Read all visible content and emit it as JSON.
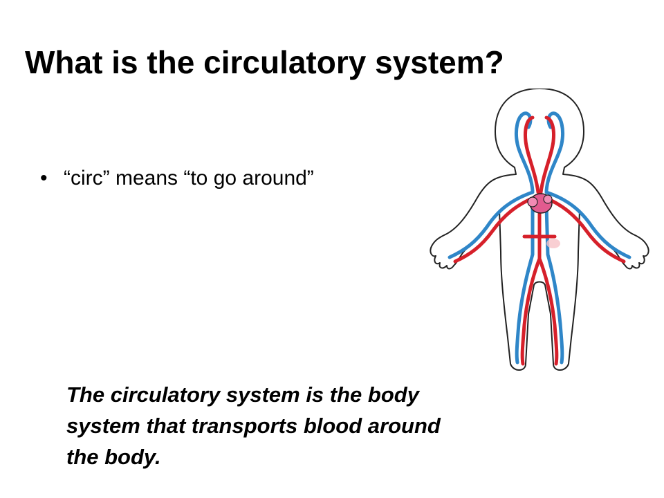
{
  "slide": {
    "title": "What is the circulatory system?",
    "bullets": [
      {
        "text": "“circ” means “to go around”"
      }
    ],
    "definition": {
      "lines": [
        "The circulatory system is the body",
        "system that transports blood around",
        "the body."
      ]
    },
    "illustration": {
      "icon": "human-circulatory-system-icon",
      "colors": {
        "artery": "#d6202a",
        "vein": "#2f86c8",
        "heart": "#e25b8f",
        "outline": "#222222"
      }
    }
  }
}
